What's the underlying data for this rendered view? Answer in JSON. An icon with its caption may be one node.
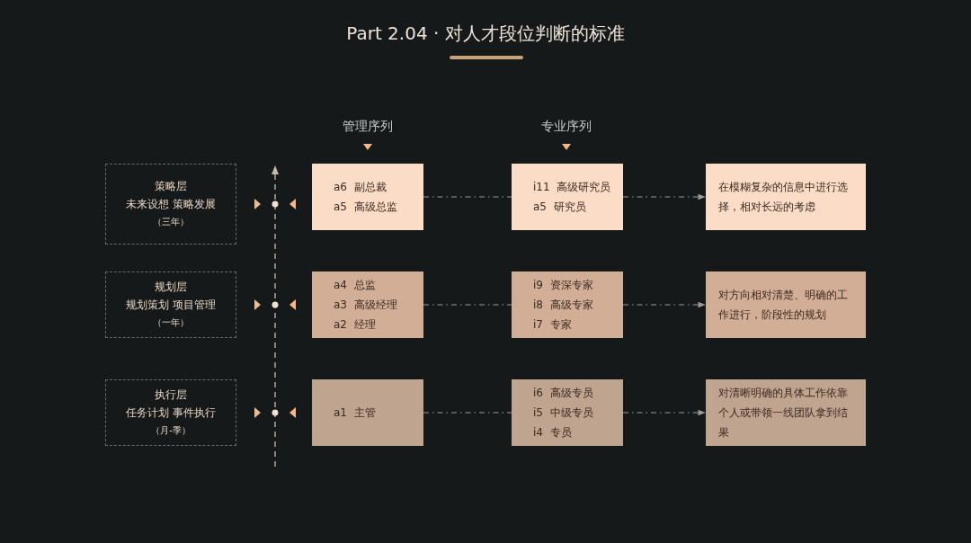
{
  "diagram": {
    "title": "Part 2.04 · 对人才段位判断的标准",
    "nodes": [
      {
        "text": [
          "策略层",
          "未来设想 策略发展",
          "（三年）"
        ]
      },
      {
        "text": [
          "规划层",
          "规划策划 项目管理",
          "（一年）"
        ]
      },
      {
        "text": [
          "执行层",
          "任务计划 事件执行",
          "（月-季）"
        ]
      },
      {
        "text": [
          "a6 副总裁",
          "a5 高级总监"
        ]
      },
      {
        "text": [
          "a4 总监",
          "a3 高级经理",
          "a2 经理"
        ]
      },
      {
        "text": [
          "a1 主管"
        ]
      },
      {
        "text": [
          "i11 高级研究员",
          "a5 研究员"
        ]
      },
      {
        "text": [
          "i9 资深专家",
          "i8 高级专家",
          "i7 专家"
        ]
      },
      {
        "text": [
          "i6 高级专员",
          "i5 中级专员",
          "i4 专员"
        ]
      },
      {
        "text": [
          "在模糊复杂的信息中进行选择，相对长远的考虑"
        ]
      },
      {
        "text": [
          "对方向相对清楚、明确的工作进行，阶段性的规划"
        ]
      },
      {
        "text": [
          "对清晰明确的具体工作依靠个人或带领一线团队拿到结果"
        ]
      }
    ],
    "edges": [
      {
        "from": 3,
        "to": 6,
        "arrow": "none",
        "style": "dashed"
      },
      {
        "from": 4,
        "to": 7,
        "arrow": "none",
        "style": "dashed"
      },
      {
        "from": 5,
        "to": 8,
        "arrow": "none",
        "style": "dashed"
      },
      {
        "from": 6,
        "to": 9,
        "arrow": "to",
        "style": "dashed"
      },
      {
        "from": 7,
        "to": 10,
        "arrow": "to",
        "style": "dashed"
      },
      {
        "from": 8,
        "to": 11,
        "arrow": "to",
        "style": "dashed"
      }
    ],
    "labels": [
      "管理序列",
      "专业序列"
    ]
  }
}
